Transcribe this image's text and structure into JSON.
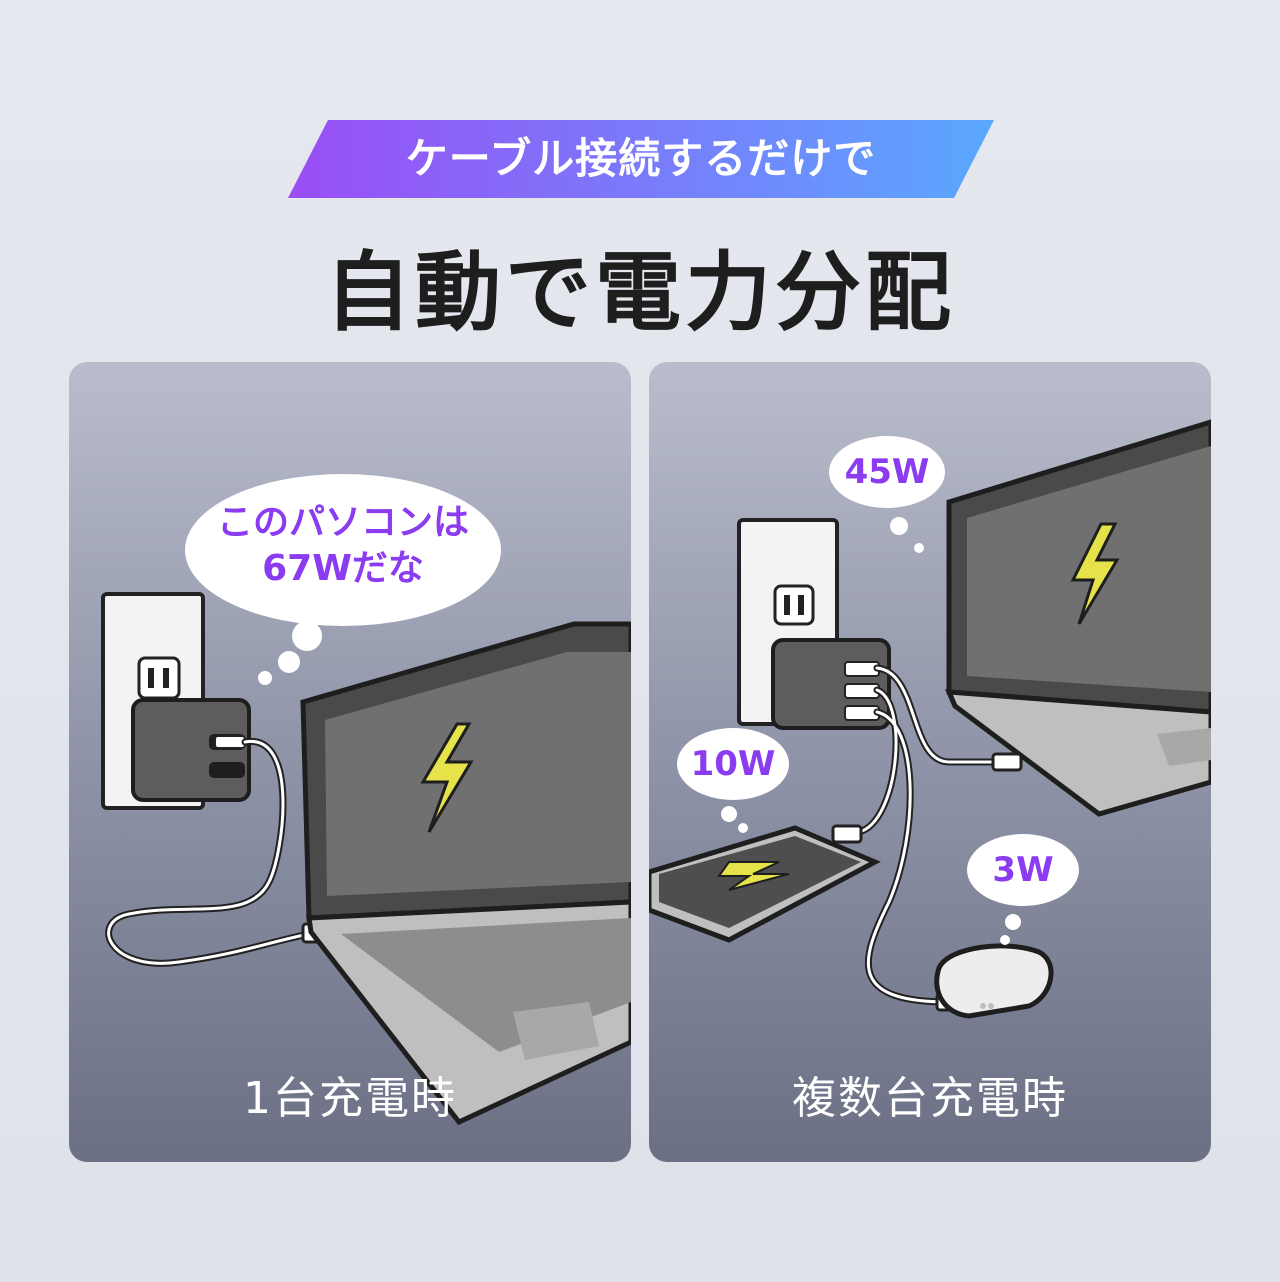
{
  "banner": {
    "text": "ケーブル接続するだけで",
    "gradient_start": "#9a4df5",
    "gradient_end": "#5aa8ff"
  },
  "headline": "自動で電力分配",
  "accent_color": "#8b3cf0",
  "bolt_color": "#e6e24a",
  "panels": {
    "single": {
      "caption": "1台充電時",
      "bubble_line1": "このパソコンは",
      "bubble_line2": "67Wだな",
      "icons": [
        "wall-outlet-icon",
        "charger-icon",
        "laptop-icon",
        "lightning-bolt-icon",
        "cable-icon"
      ]
    },
    "multiple": {
      "caption": "複数台充電時",
      "laptop_watts": "45W",
      "tablet_watts": "10W",
      "earbuds_watts": "3W",
      "icons": [
        "wall-outlet-icon",
        "charger-icon",
        "laptop-icon",
        "tablet-icon",
        "earbuds-case-icon",
        "lightning-bolt-icon",
        "cable-icon"
      ]
    }
  }
}
